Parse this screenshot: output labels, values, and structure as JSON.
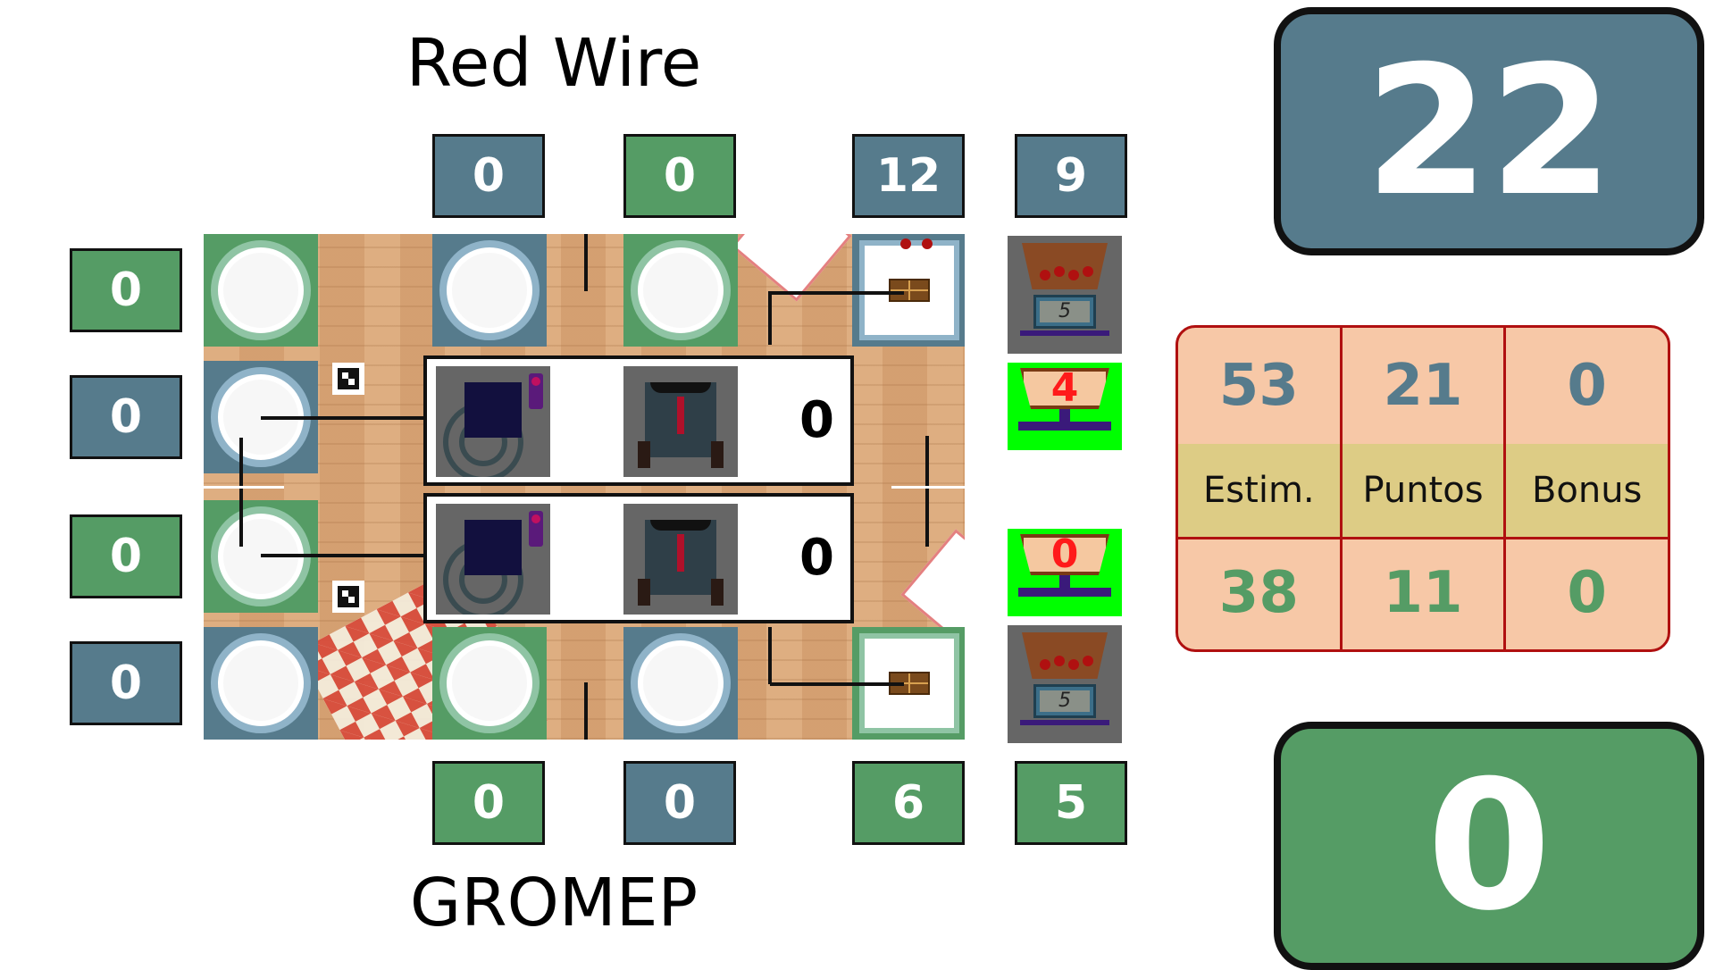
{
  "teams": {
    "top_name": "Red Wire",
    "bottom_name": "GROMEP"
  },
  "top_counters": [
    "0",
    "0",
    "12",
    "9"
  ],
  "bottom_counters": [
    "0",
    "0",
    "6",
    "5"
  ],
  "left_counters": [
    "0",
    "0",
    "0",
    "0"
  ],
  "big_scores": {
    "blue": "22",
    "green": "0"
  },
  "robot_cards": [
    {
      "score": "0"
    },
    {
      "score": "0"
    }
  ],
  "robot_indicators": [
    {
      "count": "4"
    },
    {
      "count": "0"
    }
  ],
  "bin_scales": [
    "5",
    "5"
  ],
  "score_table": {
    "headers": [
      "Estim.",
      "Puntos",
      "Bonus"
    ],
    "blue_row": [
      "53",
      "21",
      "0"
    ],
    "green_row": [
      "38",
      "11",
      "0"
    ]
  },
  "colors": {
    "blue": "#567b8c",
    "green": "#559c65",
    "indicator": "#00ff00",
    "table_bg": "#f7c8a7",
    "table_header": "#ddcc85",
    "table_border": "#b01010"
  }
}
